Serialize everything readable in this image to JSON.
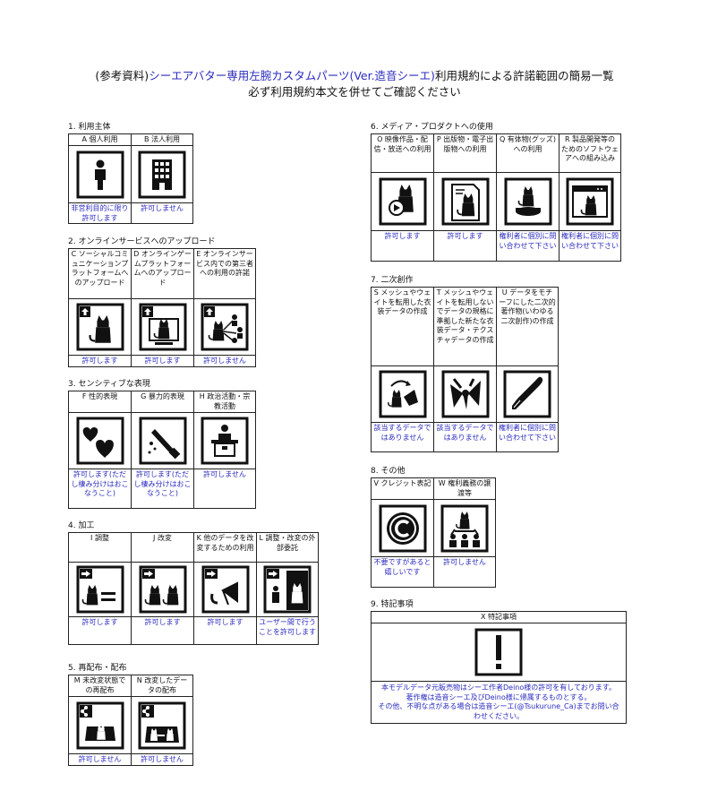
{
  "title": {
    "line1_prefix": "(参考資料)",
    "line1_blue": "シーエアバター専用左腕カスタムパーツ(Ver.造音シーエ)",
    "line1_suffix": "利用規約による許諾範囲の簡易一覧",
    "line2": "必ず利用規約本文を併せてご確認ください"
  },
  "sections": {
    "s1": {
      "title": "1. 利用主体",
      "items": [
        {
          "header": "A 個人利用",
          "status": "非営利目的に限り許可します",
          "icon": "person-icon"
        },
        {
          "header": "B 法人利用",
          "status": "許可しません",
          "icon": "building-icon"
        }
      ]
    },
    "s2": {
      "title": "2. オンラインサービスへのアップロード",
      "items": [
        {
          "header": "C ソーシャルコミュニケーションプラットフォームへのアップロード",
          "status": "許可します",
          "icon": "upload-cat-icon"
        },
        {
          "header": "D オンラインゲームプラットフォームへのアップロード",
          "status": "許可します",
          "icon": "upload-monitor-icon"
        },
        {
          "header": "E オンラインサービス内での第三者への利用の許諾",
          "status": "許可しません",
          "icon": "upload-share-icon"
        }
      ]
    },
    "s3": {
      "title": "3. センシティブな表現",
      "items": [
        {
          "header": "F 性的表現",
          "status": "許可します(ただし棲み分けはおこなうこと)",
          "icon": "hearts-icon"
        },
        {
          "header": "G 暴力的表現",
          "status": "許可します(ただし棲み分けはおこなうこと)",
          "icon": "knife-icon"
        },
        {
          "header": "H 政治活動・宗教活動",
          "status": "許可しません",
          "icon": "podium-icon"
        }
      ]
    },
    "s4": {
      "title": "4. 加工",
      "items": [
        {
          "header": "I 調整",
          "status": "許可します",
          "icon": "adjust-icon"
        },
        {
          "header": "J 改変",
          "status": "許可します",
          "icon": "modify-icon"
        },
        {
          "header": "K 他のデータを改変するための利用",
          "status": "許可します",
          "icon": "bow-icon"
        },
        {
          "header": "L 調整・改変の外部委託",
          "status": "ユーザー間で行うことを許可します",
          "icon": "outsource-icon"
        }
      ]
    },
    "s5": {
      "title": "5. 再配布・配布",
      "items": [
        {
          "header": "M 未改変状態での再配布",
          "status": "許可しません",
          "icon": "redistribute-icon"
        },
        {
          "header": "N 改変したデータの配布",
          "status": "許可しません",
          "icon": "distribute-modified-icon"
        }
      ]
    },
    "s6": {
      "title": "6. メディア・プロダクトへの使用",
      "items": [
        {
          "header": "O 映像作品・配信・放送への利用",
          "status": "許可します",
          "icon": "video-icon"
        },
        {
          "header": "P 出版物・電子出版物への利用",
          "status": "許可します",
          "icon": "publication-icon"
        },
        {
          "header": "Q 有体物(グッズ)への利用",
          "status": "権利者に個別に問い合わせて下さい",
          "icon": "goods-icon"
        },
        {
          "header": "R 製品開発等のためのソフトウェアへの組み込み",
          "status": "権利者に個別に問い合わせて下さい",
          "icon": "software-icon"
        }
      ]
    },
    "s7": {
      "title": "7. 二次創作",
      "items": [
        {
          "header": "S メッシュやウェイトを転用した衣装データの作成",
          "status": "該当するデータではありません",
          "icon": "convert-icon"
        },
        {
          "header": "T メッシュやウェイトを転用しないでデータの規格に準拠した新たな衣装データ・テクスチャデータの作成",
          "status": "該当するデータではありません",
          "icon": "texture-icon"
        },
        {
          "header": "U データをモチーフにした二次的著作物(いわゆる二次創作)の作成",
          "status": "権利者に個別に問い合わせて下さい",
          "icon": "brush-icon"
        }
      ]
    },
    "s8": {
      "title": "8. その他",
      "items": [
        {
          "header": "V クレジット表記",
          "status": "不要ですがあると嬉しいです",
          "icon": "copyright-icon"
        },
        {
          "header": "W 権利義務の譲渡等",
          "status": "許可しません",
          "icon": "transfer-icon"
        }
      ]
    },
    "s9": {
      "title": "9. 特記事項",
      "header": "X 特記事項",
      "note1": "本モデルデータ元販売物はシーエ作者Deino様の許可を有しております。",
      "note2": "著作権は造音シーエ及びDeino様に帰属するものとする。",
      "note3": "その他、不明な点がある場合は造音シーエ(@Tsukurune_Ca)までお問い合わせください。",
      "icon": "exclamation-icon"
    }
  },
  "colors": {
    "accent": "#2b2bbf",
    "ink": "#111111"
  }
}
